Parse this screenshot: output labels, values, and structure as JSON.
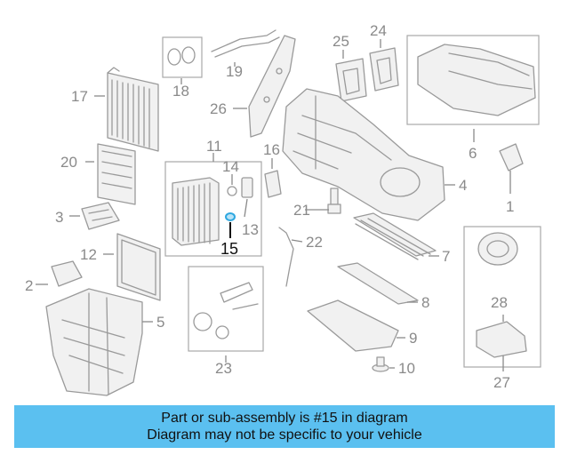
{
  "callouts": {
    "c1": "1",
    "c2": "2",
    "c3": "3",
    "c4": "4",
    "c5": "5",
    "c6": "6",
    "c7": "7",
    "c8": "8",
    "c9": "9",
    "c10": "10",
    "c11": "11",
    "c12": "12",
    "c13": "13",
    "c14": "14",
    "c15": "15",
    "c16": "16",
    "c17": "17",
    "c18": "18",
    "c19": "19",
    "c20": "20",
    "c21": "21",
    "c22": "22",
    "c23": "23",
    "c24": "24",
    "c25": "25",
    "c26": "26",
    "c27": "27",
    "c28": "28"
  },
  "highlighted_part": "15",
  "colors": {
    "highlight": "#2fa8e0",
    "banner": "#5bc0f0",
    "line": "#9a9a9a"
  },
  "banner": {
    "line1": "Part or sub-assembly is #15 in diagram",
    "line2": "Diagram may not be specific to your vehicle"
  }
}
